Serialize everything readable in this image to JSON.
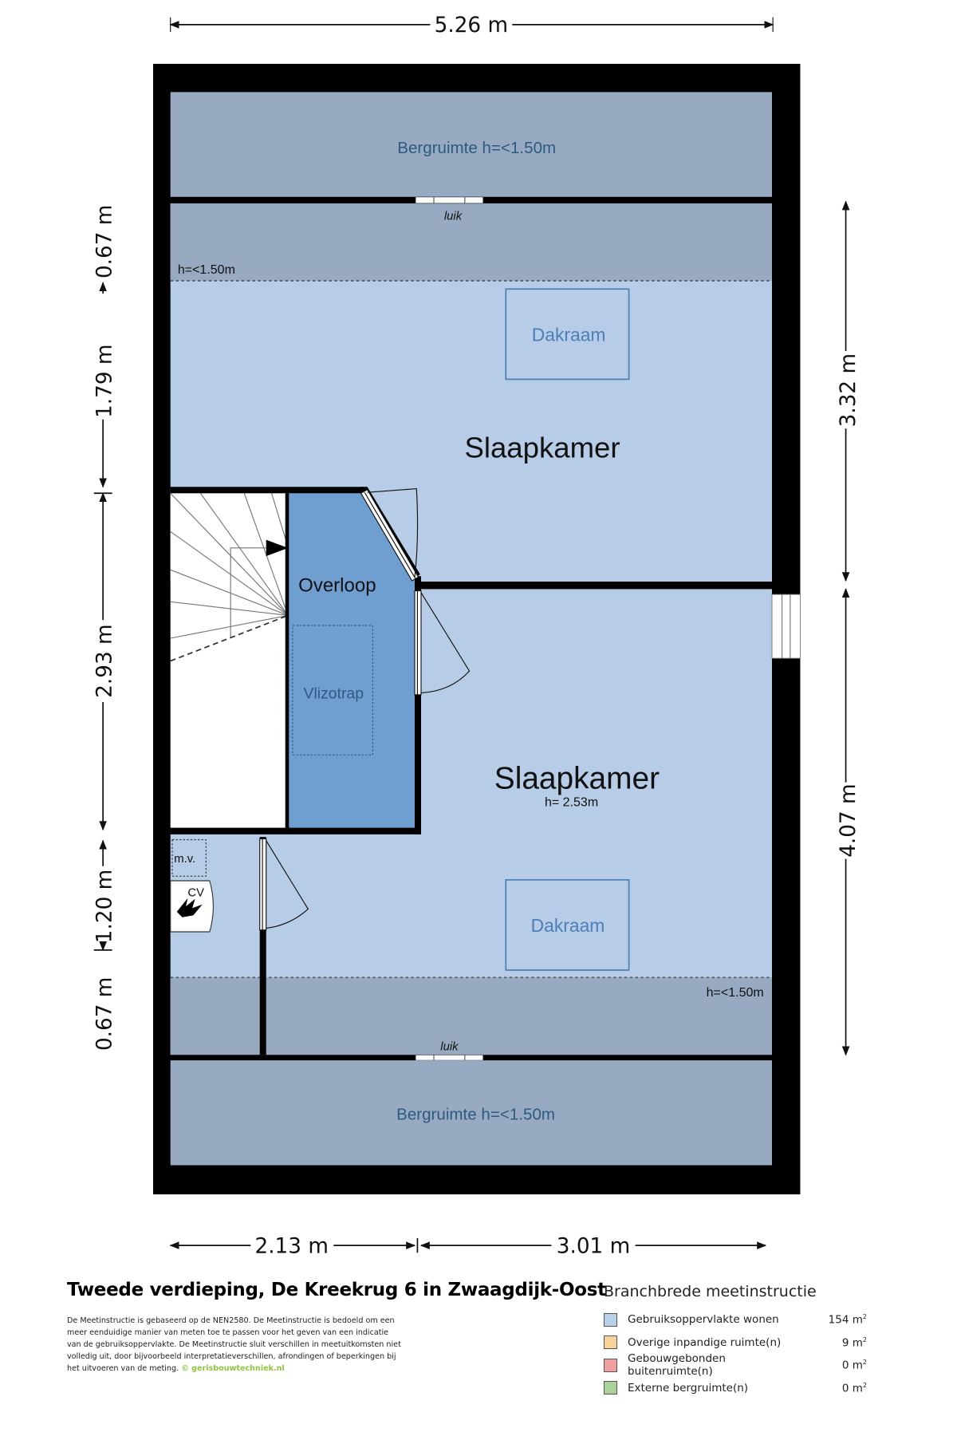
{
  "dimensions": {
    "top_width": "5.26 m",
    "bottom_left": "2.13 m",
    "bottom_right": "3.01 m",
    "right_upper": "3.32 m",
    "right_lower": "4.07 m",
    "left": [
      "0.67 m",
      "1.79 m",
      "2.93 m",
      "1.20 m",
      "0.67 m"
    ]
  },
  "rooms": {
    "storage_top": "Bergruimte h=<1.50m",
    "storage_bottom": "Bergruimte h=<1.50m",
    "hatch_top": "luik",
    "hatch_bottom": "luik",
    "low_height_top": "h=<1.50m",
    "low_height_bottom": "h=<1.50m",
    "skylight_top": "Dakraam",
    "skylight_bottom": "Dakraam",
    "bedroom_top": "Slaapkamer",
    "bedroom_bottom": "Slaapkamer",
    "bedroom_bottom_height": "h= 2.53m",
    "landing": "Overloop",
    "loft_ladder": "Vlizotrap",
    "ventilation": "m.v.",
    "boiler": "CV"
  },
  "footer": {
    "title": "Tweede verdieping, De Kreekrug 6 in Zwaagdijk-Oost",
    "disclaimer": "De Meetinstructie is gebaseerd op de NEN2580. De Meetinstructie is bedoeld om een meer eenduidige manier van meten toe te passen voor het geven van een indicatie van de gebruiksoppervlakte. De Meetinstructie sluit verschillen in meetuitkomsten niet volledig uit, door bijvoorbeeld interpretatieverschillen, afrondingen of beperkingen bij het uitvoeren van de meting.",
    "brand": "© gerisbouwtechniek.nl"
  },
  "legend": {
    "title": "Branchbrede meetinstructie",
    "unit": "m",
    "unit_exp": "2",
    "items": [
      {
        "label": "Gebruiksoppervlakte wonen",
        "value": "154",
        "color": "#b9d0ea"
      },
      {
        "label": "Overige inpandige ruimte(n)",
        "value": "9",
        "color": "#f7d39a"
      },
      {
        "label": "Gebouwgebonden buitenruimte(n)",
        "value": "0",
        "color": "#f0a0a0"
      },
      {
        "label": "Externe bergruimte(n)",
        "value": "0",
        "color": "#a9d39a"
      }
    ]
  },
  "colors": {
    "living": "#b7cce6",
    "low": "#97aac1",
    "landing": "#6f9fd1",
    "label_blue": "#3a6a99",
    "wall": "#000000"
  }
}
